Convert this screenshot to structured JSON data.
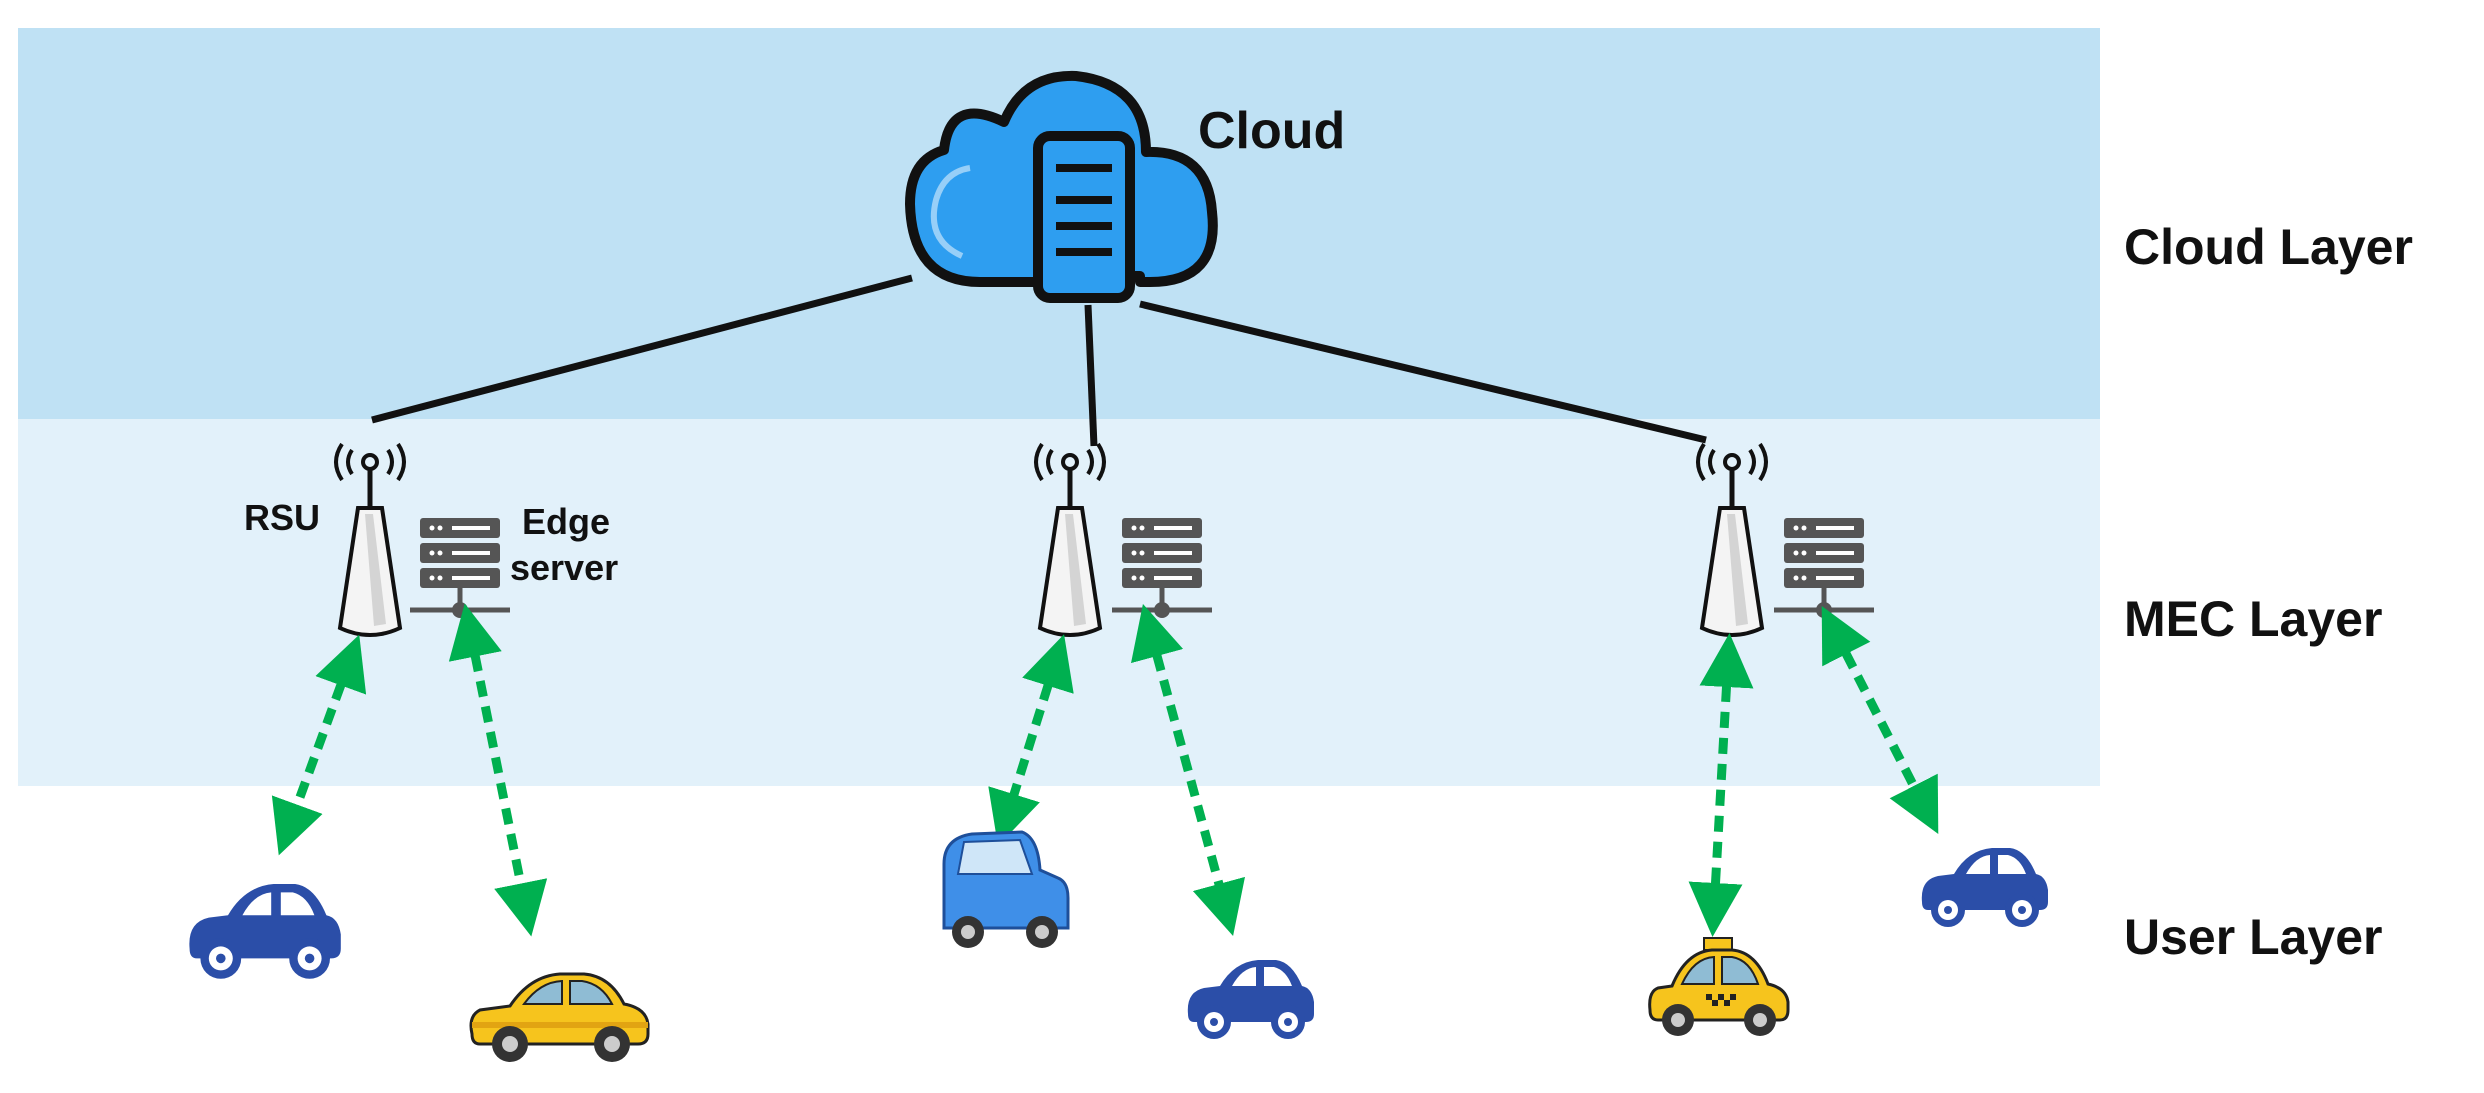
{
  "cloud": {
    "label": "Cloud"
  },
  "rsu": {
    "label": "RSU"
  },
  "edge_server": {
    "label_line1": "Edge",
    "label_line2": "server"
  },
  "layers": {
    "cloud": "Cloud Layer",
    "mec": "MEC Layer",
    "user": "User Layer"
  },
  "colors": {
    "cloud_band": "#bfe1f4",
    "mec_band": "#e2f1fa",
    "cloud_fill": "#2e9ef0",
    "link": "#00b050",
    "car_blue": "#2b4ea8",
    "taxi_yellow": "#f6c41d",
    "truck_blue": "#3f8fe8",
    "server_gray": "#555555"
  },
  "icons": [
    "cloud-server-icon",
    "rsu-antenna-icon",
    "edge-server-icon",
    "car-icon",
    "taxi-icon",
    "microcar-icon"
  ]
}
